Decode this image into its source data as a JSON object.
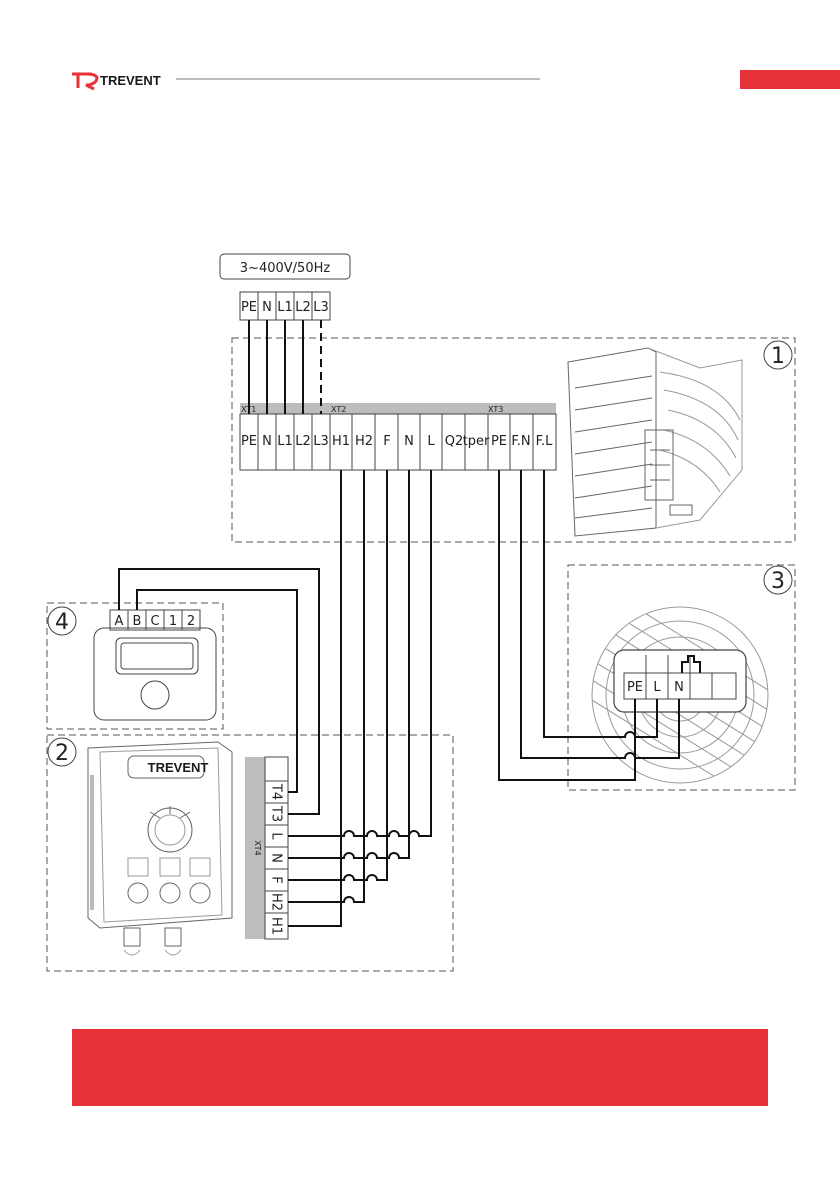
{
  "header": {
    "brand": "TREVENT",
    "accent_color": "#e8323a",
    "logo_icon": "tr-logo-icon"
  },
  "supply": {
    "label": "3~400V/50Hz",
    "terminals": [
      "PE",
      "N",
      "L1",
      "L2",
      "L3"
    ]
  },
  "unit": {
    "number": "1",
    "xt1": {
      "label": "XT1",
      "terminals": [
        "PE",
        "N",
        "L1",
        "L2",
        "L3"
      ]
    },
    "xt2": {
      "label": "XT2",
      "terminals": [
        "H1",
        "H2",
        "F",
        "N",
        "L"
      ]
    },
    "xt_extra": {
      "terminals": [
        "Q2",
        "tper"
      ]
    },
    "xt3": {
      "label": "XT3",
      "terminals": [
        "PE",
        "F.N",
        "F.L"
      ]
    },
    "device_icon": "heater-unit-icon"
  },
  "fan": {
    "number": "3",
    "terminals": [
      "PE",
      "L",
      "N"
    ],
    "device_icon": "fan-grille-icon"
  },
  "room_controller": {
    "number": "4",
    "terminals": [
      "A",
      "B",
      "C",
      "1",
      "2"
    ],
    "device_icon": "thermostat-icon"
  },
  "control_box": {
    "number": "2",
    "brand": "TREVENT",
    "xt4": {
      "label": "XT4",
      "terminals": [
        "T4",
        "T3",
        "L",
        "N",
        "F",
        "H2",
        "H1"
      ]
    },
    "device_icon": "control-box-icon"
  }
}
